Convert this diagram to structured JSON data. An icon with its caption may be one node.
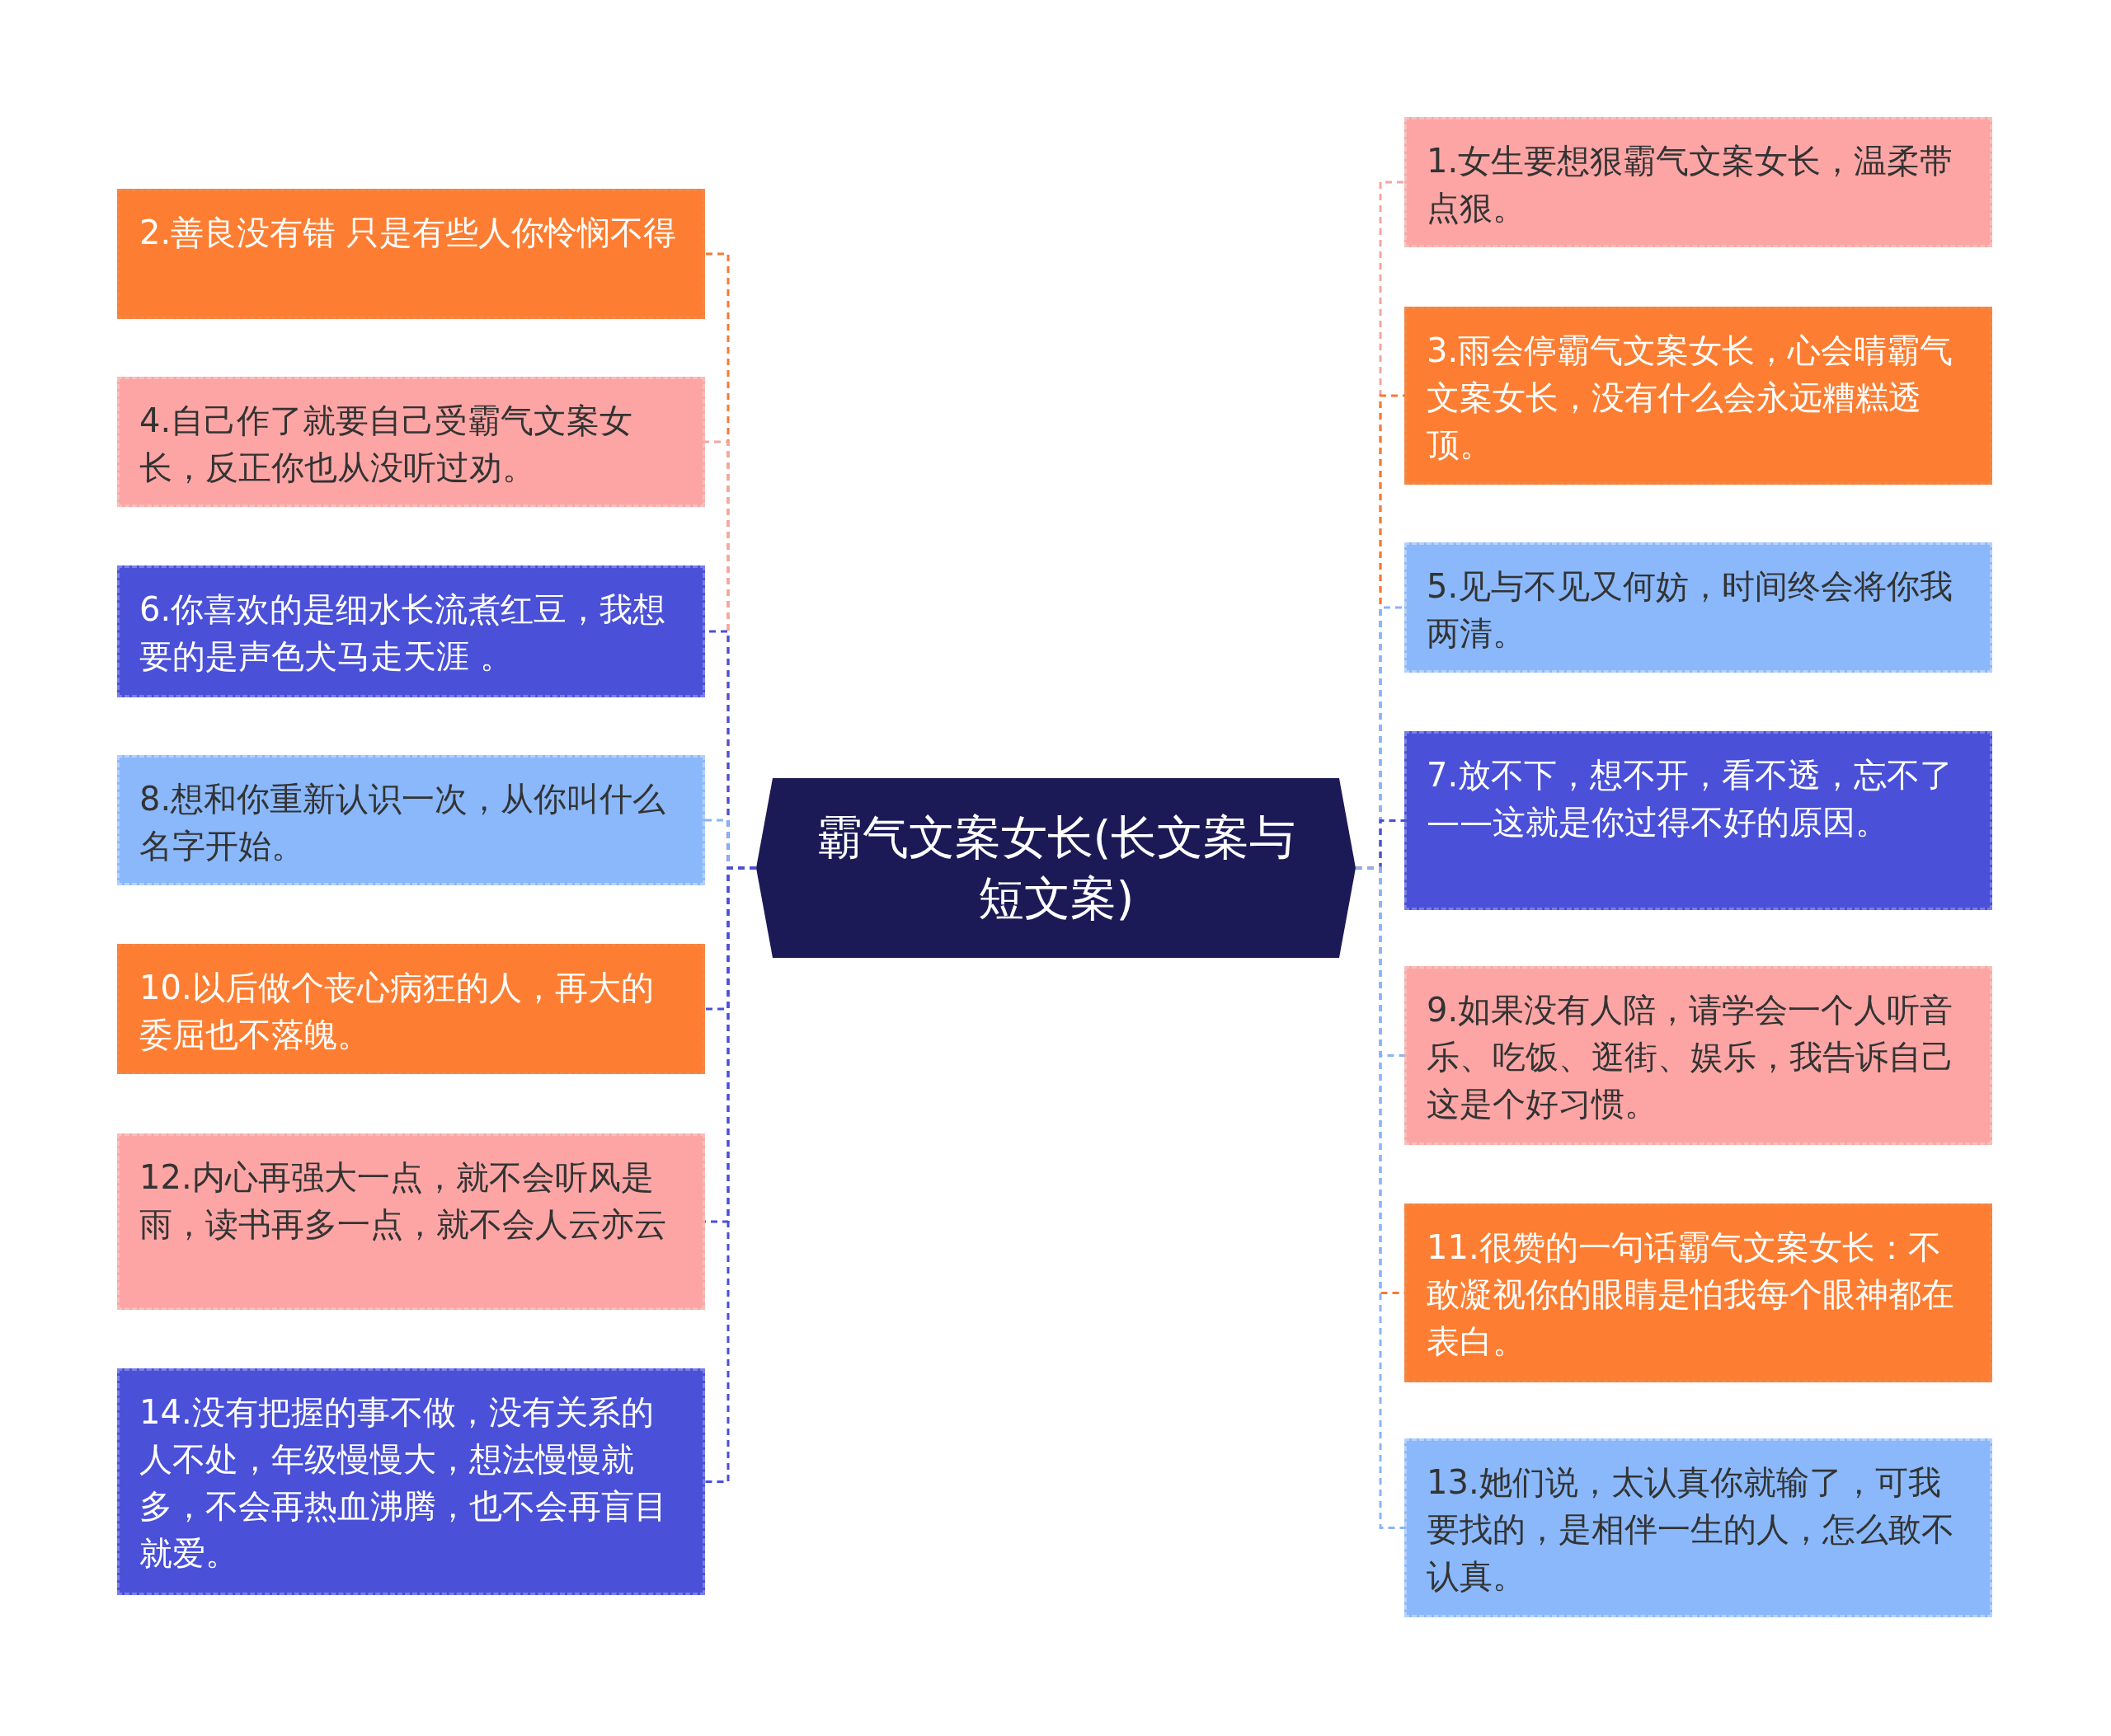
{
  "diagram": {
    "nodes": [
      {
        "text": [
          "霸气文案女长(长文案与短文案)"
        ]
      },
      {
        "text": [
          "1.女生要想狠霸气文案女长，温柔带点狠。"
        ]
      },
      {
        "text": [
          "2.善良没有错 只是有些人你怜悯不得"
        ]
      },
      {
        "text": [
          "3.雨会停霸气文案女长，心会晴霸气文案女长，没有什么会永远糟糕透顶。"
        ]
      },
      {
        "text": [
          "4.自己作了就要自己受霸气文案女长，反正你也从没听过劝。"
        ]
      },
      {
        "text": [
          "5.见与不见又何妨，时间终会将你我两清。"
        ]
      },
      {
        "text": [
          "6.你喜欢的是细水长流煮红豆，我想要的是声色犬马走天涯 。"
        ]
      },
      {
        "text": [
          "7.放不下，想不开，看不透，忘不了——这就是你过得不好的原因。"
        ]
      },
      {
        "text": [
          "8.想和你重新认识一次，从你叫什么名字开始。"
        ]
      },
      {
        "text": [
          "9.如果没有人陪，请学会一个人听音乐、吃饭、逛街、娱乐，我告诉自己这是个好习惯。"
        ]
      },
      {
        "text": [
          "10.以后做个丧心病狂的人，再大的委屈也不落魄。"
        ]
      },
      {
        "text": [
          "11.很赞的一句话霸气文案女长：不敢凝视你的眼睛是怕我每个眼神都在表白。"
        ]
      },
      {
        "text": [
          "12.内心再强大一点，就不会听风是雨，读书再多一点，就不会人云亦云"
        ]
      },
      {
        "text": [
          "13.她们说，太认真你就输了，可我要找的，是相伴一生的人，怎么敢不认真。"
        ]
      },
      {
        "text": [
          "14.没有把握的事不做，没有关系的人不处，年级慢慢大，想法慢慢就多，不会再热血沸腾，也不会再盲目就爱。"
        ]
      }
    ],
    "edges": [
      {
        "from": 0,
        "to": 1,
        "arrow": "none",
        "style": "dashed",
        "color": "#f4a6a0"
      },
      {
        "from": 0,
        "to": 2,
        "arrow": "none",
        "style": "dashed",
        "color": "#f47a34"
      },
      {
        "from": 0,
        "to": 3,
        "arrow": "none",
        "style": "dashed",
        "color": "#f47a34"
      },
      {
        "from": 0,
        "to": 4,
        "arrow": "none",
        "style": "dashed",
        "color": "#f4a6a0"
      },
      {
        "from": 0,
        "to": 5,
        "arrow": "none",
        "style": "dashed",
        "color": "#8ab4fa"
      },
      {
        "from": 0,
        "to": 6,
        "arrow": "none",
        "style": "dashed",
        "color": "#4a4fd4"
      },
      {
        "from": 0,
        "to": 7,
        "arrow": "none",
        "style": "dashed",
        "color": "#4a4fd4"
      },
      {
        "from": 0,
        "to": 8,
        "arrow": "none",
        "style": "dashed",
        "color": "#8ab4fa"
      },
      {
        "from": 0,
        "to": 9,
        "arrow": "none",
        "style": "dashed",
        "color": "#8ab4fa"
      },
      {
        "from": 0,
        "to": 10,
        "arrow": "none",
        "style": "dashed",
        "color": "#4a4fd4"
      },
      {
        "from": 0,
        "to": 11,
        "arrow": "none",
        "style": "dashed",
        "color": "#f47a34"
      },
      {
        "from": 0,
        "to": 12,
        "arrow": "none",
        "style": "dashed",
        "color": "#4a4fd4"
      },
      {
        "from": 0,
        "to": 13,
        "arrow": "none",
        "style": "dashed",
        "color": "#8ab4fa"
      },
      {
        "from": 0,
        "to": 14,
        "arrow": "none",
        "style": "dashed",
        "color": "#4a4fd4"
      }
    ]
  }
}
